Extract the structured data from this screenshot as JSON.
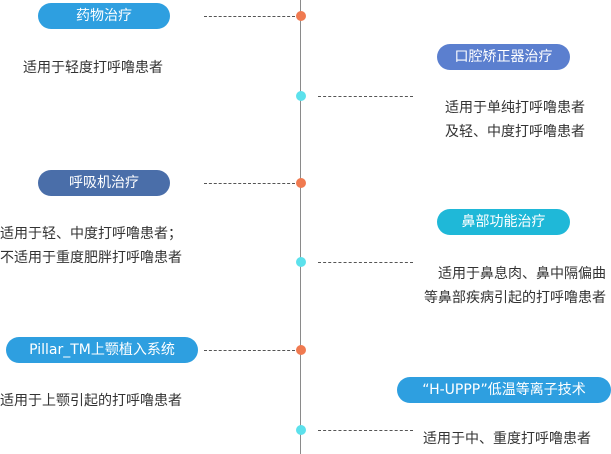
{
  "colors": {
    "pill_light_blue": "#2e9fe0",
    "pill_navy": "#4a6ea9",
    "pill_periwinkle": "#5b7fcf",
    "pill_teal": "#1fb8d8",
    "dot_orange": "#f07a50",
    "dot_cyan": "#5ce1ec",
    "axis": "#8a8a8a"
  },
  "left": [
    {
      "title": "药物治疗",
      "lines": [
        "适用于轻度打呼噜患者"
      ]
    },
    {
      "title": "呼吸机治疗",
      "lines": [
        "适用于轻、中度打呼噜患者；",
        "不适用于重度肥胖打呼噜患者"
      ]
    },
    {
      "title": "Pillar_TM上颚植入系统",
      "lines": [
        "适用于上颚引起的打呼噜患者"
      ]
    }
  ],
  "right": [
    {
      "title": "口腔矫正器治疗",
      "lines": [
        "适用于单纯打呼噜患者",
        "及轻、中度打呼噜患者"
      ]
    },
    {
      "title": "鼻部功能治疗",
      "lines": [
        "适用于鼻息肉、鼻中隔偏曲",
        "等鼻部疾病引起的打呼噜患者"
      ]
    },
    {
      "title": "“H-UPPP”低温等离子技术",
      "lines": [
        "适用于中、重度打呼噜患者"
      ]
    }
  ]
}
